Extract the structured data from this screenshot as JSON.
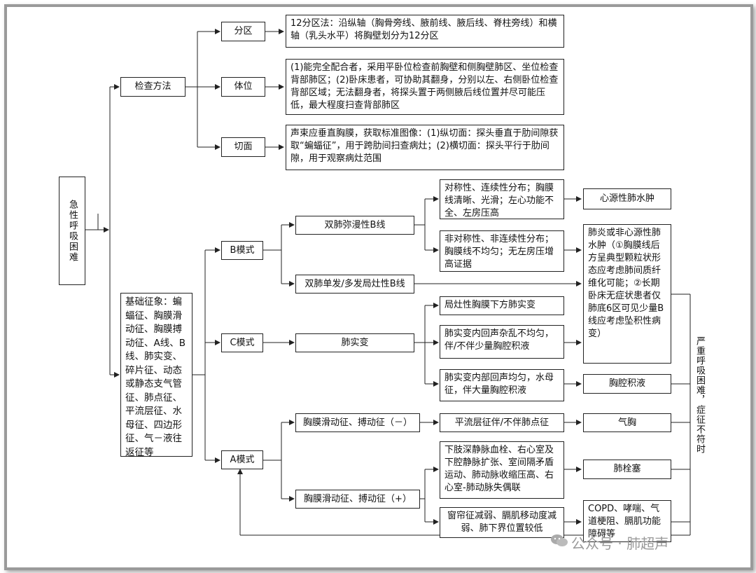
{
  "root": "急性呼吸困难",
  "exam_method": "检查方法",
  "zone": "分区",
  "zone_desc": "12分区法：沿纵轴（胸骨旁线、腋前线、腋后线、脊柱旁线）和横轴（乳头水平）将胸壁划分为12分区",
  "position": "体位",
  "position_desc": "(1)能完全配合者，采用平卧位检查前胸壁和侧胸壁肺区、坐位检查背部肺区；(2)卧床患者，可协助其翻身，分别以左、右侧卧位检查背部区域；无法翻身者，将探头置于两侧腋后线位置并尽可能压低，最大程度扫查背部肺区",
  "section": "切面",
  "section_desc": "声束应垂直胸膜，获取标准图像：(1)纵切面：探头垂直于肋间隙获取“蝙蝠征”，用于跨肋间扫查病灶；(2)横切面：探头平行于肋间隙，用于观察病灶范围",
  "basic_signs": "基础征象：蝙蝠征、胸膜滑动征、胸膜搏动征、A线、B线、肺实变、碎片征、动态或静态支气管征、肺点征、平流层征、水母征、四边形征、气－液往返征等",
  "b_mode": "B模式",
  "c_mode": "C模式",
  "a_mode": "A模式",
  "b_diffuse": "双肺弥漫性B线",
  "b_focal": "双肺单发/多发局灶性B线",
  "symmetric": "对称性、连续性分布；胸膜线清晰、光滑；左心功能不全、左房压高",
  "cardiogenic": "心源性肺水肿",
  "asymmetric": "非对称性、非连续性分布；胸膜线不均匀；无左房压增高证据",
  "pneumonia": "肺炎或非心源性肺水肿（①胸膜线后方呈典型颗粒状形态应考虑肺间质纤维化可能；②长期卧床无症状患者仅肺底6区可见少量B线应考虑坠积性病变）",
  "consolidation": "肺实变",
  "c_sub1": "局灶性胸膜下方肺实变",
  "c_sub2": "肺实变内回声杂乱不均匀，伴/不伴少量胸腔积液",
  "c_sub3": "肺实变内部回声均匀，水母征，伴大量胸腔积液",
  "effusion": "胸腔积液",
  "a_minus": "胸膜滑动征、搏动征（－）",
  "a_plus": "胸膜滑动征、搏动征（+）",
  "stratosphere": "平流层征伴/不伴肺点征",
  "pneumothorax": "气胸",
  "dvt": "下肢深静脉血栓、右心室及下腔静脉扩张、室间隔矛盾运动、肺动脉收缩压高、右心室-肺动脉失偶联",
  "pe": "肺栓塞",
  "curtain": "窗帘征减弱、膈肌移动度减弱、肺下界位置较低",
  "copd": "COPD、哮喘、气道梗阻、膈肌功能障碍等",
  "severe": "严重呼吸困难，症征不符时",
  "watermark": "公众号 · 肺超声",
  "watermark_icon": "wechat-icon"
}
